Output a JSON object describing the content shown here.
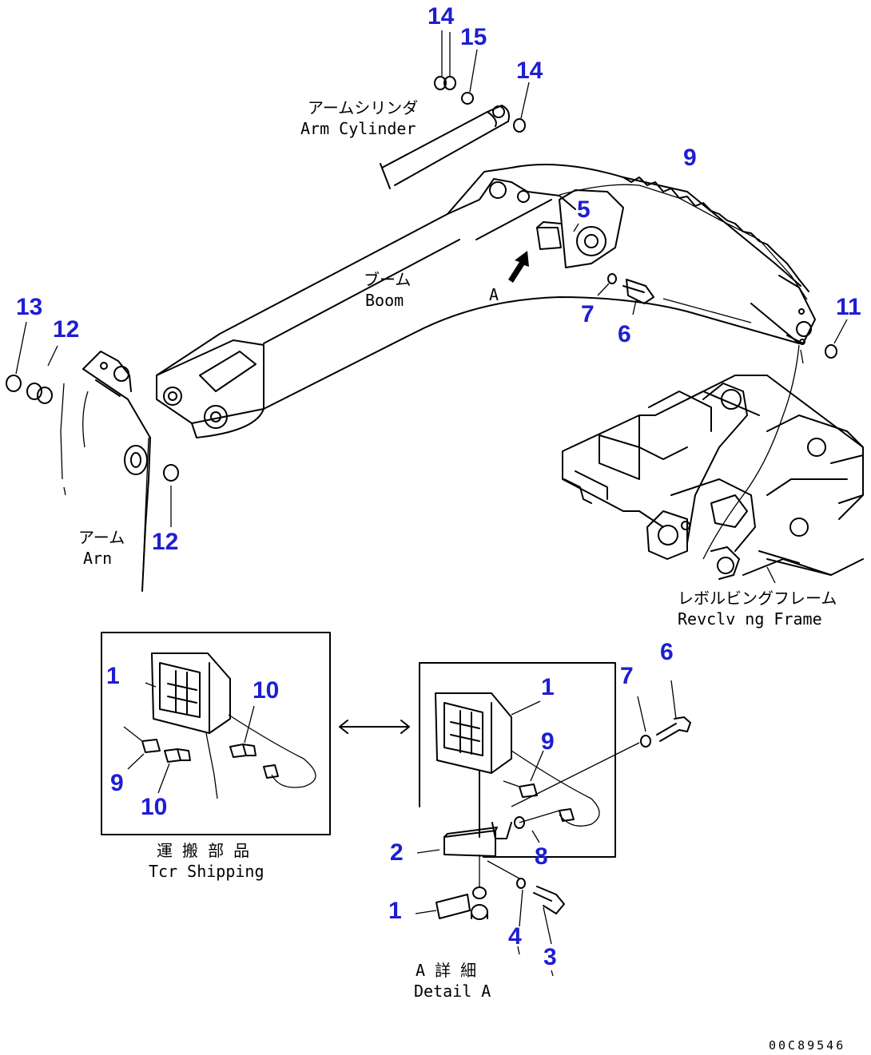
{
  "colors": {
    "callout": "#1e1ed2",
    "line": "#000000",
    "background": "#ffffff"
  },
  "drawing_code": "00C89546",
  "labels": {
    "arm_cylinder_jp": "アームシリンダ",
    "arm_cylinder_en": "Arm Cylinder",
    "boom_jp": "ブーム",
    "boom_en": "Boom",
    "view_a": "A",
    "arm_jp": "アーム",
    "arm_en": "Arn",
    "frame_jp": "レボルビングフレーム",
    "frame_en": "Revclv ng Frame",
    "shipping_jp": "運 搬 部 品",
    "shipping_en": "Tcr Shipping",
    "detail_jp": "A 詳 細",
    "detail_en": "Detail A"
  },
  "callouts": {
    "c14a": "14",
    "c15": "15",
    "c14b": "14",
    "c9": "9",
    "c5": "5",
    "c7": "7",
    "c6": "6",
    "c11": "11",
    "c13": "13",
    "c12a": "12",
    "c12b": "12",
    "s1": "1",
    "s10a": "10",
    "s9": "9",
    "s10b": "10",
    "d1a": "1",
    "d7": "7",
    "d6": "6",
    "d9": "9",
    "d2": "2",
    "d8": "8",
    "d1b": "1",
    "d4": "4",
    "d3": "3"
  }
}
